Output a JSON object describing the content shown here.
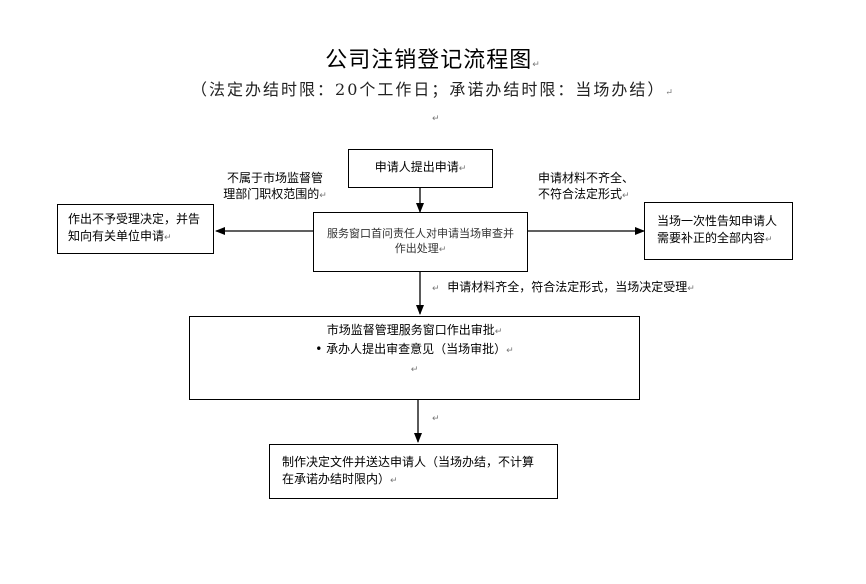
{
  "title": "公司注销登记流程图",
  "subtitle": "（法定办结时限：20个工作日；承诺办结时限：当场办结）",
  "para_mark": "↵",
  "nodes": {
    "apply": "申请人提出申请",
    "review": "服务窗口首问责任人对申请当场审查并作出处理",
    "reject": "作出不予受理决定，并告知向有关单位申请",
    "supplement": "当场一次性告知申请人需要补正的全部内容",
    "approve_line1": "市场监督管理服务窗口作出审批",
    "approve_line2": "• 承办人提出审查意见（当场审批）",
    "deliver": "制作决定文件并送达申请人（当场办结，不计算在承诺办结时限内）"
  },
  "edges": {
    "reject_label": "不属于市场监督管理部门职权范围的",
    "supplement_label_line1": "申请材料不齐全、",
    "supplement_label_line2": "不符合法定形式",
    "accept_label": "申请材料齐全，符合法定形式，当场决定受理"
  }
}
